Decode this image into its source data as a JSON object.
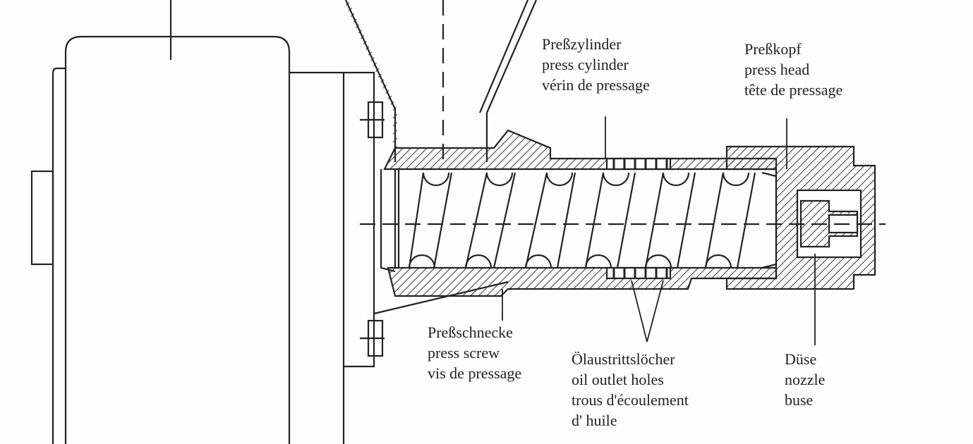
{
  "labels": {
    "press_cylinder": {
      "de": "Preßzylinder",
      "en": "press cylinder",
      "fr": "vérin de pressage"
    },
    "press_head": {
      "de": "Preßkopf",
      "en": "press head",
      "fr": "tête de pressage"
    },
    "press_screw": {
      "de": "Preßschnecke",
      "en": "press screw",
      "fr": "vis de pressage"
    },
    "oil_outlet_holes": {
      "de": "Ölaustrittslöcher",
      "en": "oil outlet holes",
      "fr": "trous d'écoulement",
      "fr2": "d' huile"
    },
    "nozzle": {
      "de": "Düse",
      "en": "nozzle",
      "fr": "buse"
    }
  }
}
